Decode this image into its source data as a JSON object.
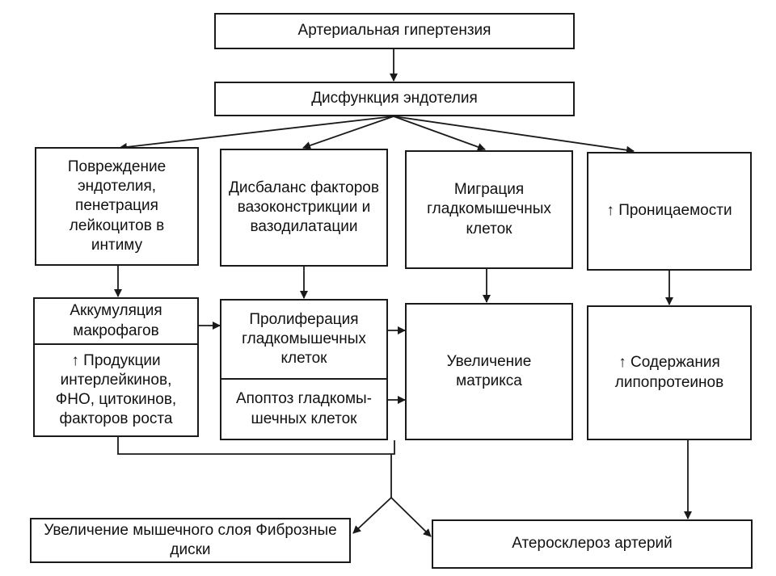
{
  "nodes": {
    "hypertension": "Артериальная гипертензия",
    "endothelial_dysfunction": "Дисфункция эндотелия",
    "endothelial_damage": "Повреждение эндотелия, пенетрация лейкоцитов в интиму",
    "vaso_imbalance": "Дисбаланс факторов вазоконстрикции и вазодилатации",
    "smc_migration": "Миграция гладкомышечных клеток",
    "permeability": "↑ Проницаемости",
    "macrophage_accumulation": "Аккумуляция макрофагов",
    "cytokine_production": "↑ Продукции интерлейкинов, ФНО, цитокинов, факторов роста",
    "smc_proliferation": "Пролиферация гладкомышечных клеток",
    "smc_apoptosis": "Апоптоз гладкомы-шечных клеток",
    "matrix_increase": "Увеличение матрикса",
    "lipoprotein_content": "↑ Содержания липопротеинов",
    "muscle_layer": "Увеличение мышечного слоя Фиброзные диски",
    "atherosclerosis": "Атеросклероз артерий"
  }
}
